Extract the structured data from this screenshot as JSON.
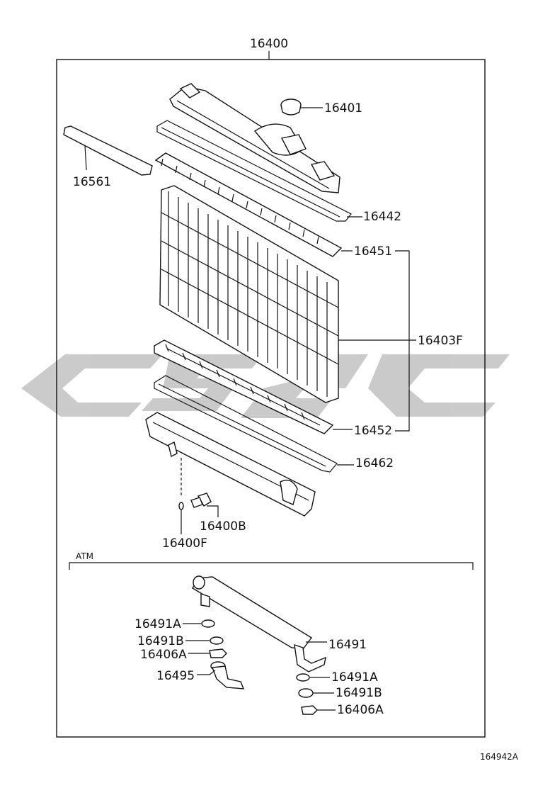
{
  "parts": {
    "assembly": "16400",
    "cap": "16401",
    "seal_strip": "16561",
    "upper_gasket": "16442",
    "upper_plate": "16451",
    "core": "16403F",
    "lower_plate": "16452",
    "lower_gasket": "16462",
    "drain_plug": "16400B",
    "drain_oring": "16400F",
    "oil_cooler": "16491",
    "washer_a_left": "16491A",
    "washer_b_left": "16491B",
    "nut_left": "16406A",
    "hose_pipe": "16495",
    "washer_a_right": "16491A",
    "washer_b_right": "16491B",
    "nut_right": "16406A"
  },
  "section_label": "ATM",
  "diagram_code": "164942A",
  "watermark_color": "#c8c8c8"
}
